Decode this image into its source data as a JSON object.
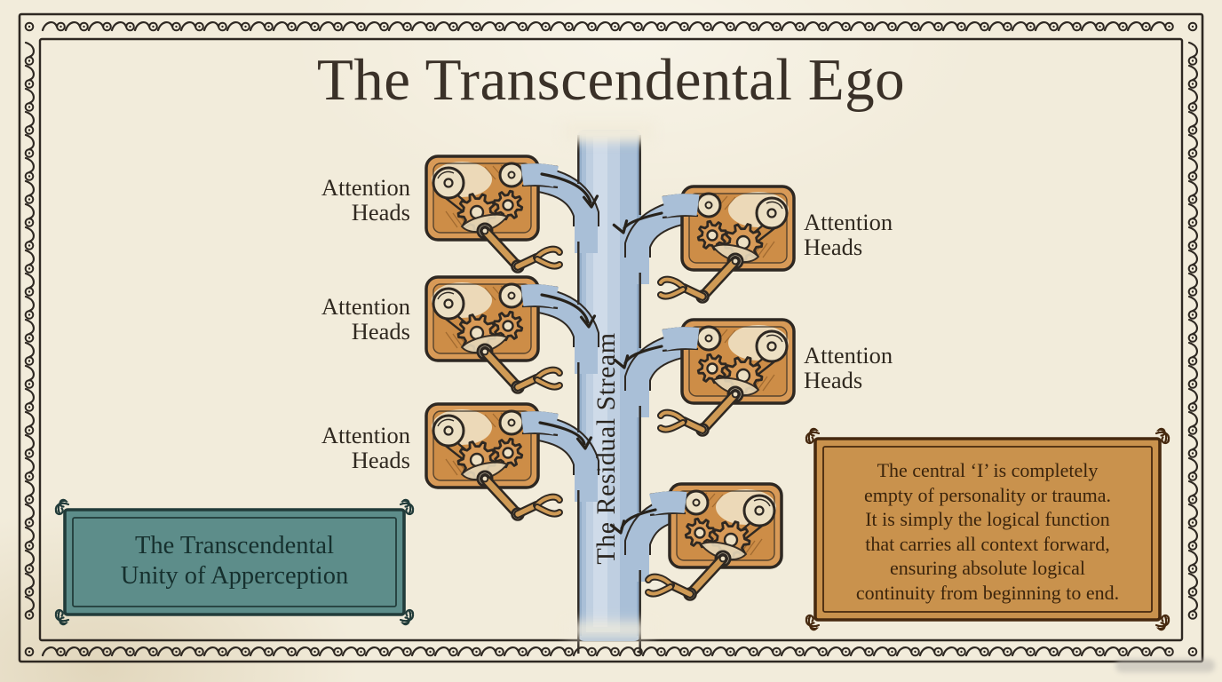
{
  "title": "The Transcendental Ego",
  "stream": {
    "label": "The Residual Stream"
  },
  "attention_labels": {
    "left": [
      "Attention Heads",
      "Attention Heads",
      "Attention Heads"
    ],
    "right": [
      "Attention Heads",
      "Attention Heads"
    ]
  },
  "plaques": {
    "apperception": {
      "line1": "The Transcendental",
      "line2": "Unity of Apperception"
    },
    "central_i": {
      "lines": [
        "The central ‘I’ is completely",
        "empty of personality or trauma.",
        "It is simply the logical function",
        "that carries all context forward,",
        "ensuring absolute logical",
        "continuity from beginning to end."
      ]
    }
  },
  "icons": {
    "attention_head_machine": "gears-pulleys-claw-machine-icon",
    "flow_arrow": "curved-down-arrow-icon",
    "border": "scroll-wave-ornament"
  },
  "colors": {
    "background": "#f2ecdb",
    "ink": "#2e2822",
    "title_text": "#3a3128",
    "stream_blue": "#a9bfd7",
    "stream_blue_light": "#bfcfe1",
    "stream_blue_lighter": "#cfdbe9",
    "stream_blue_dark": "#93adc9",
    "machine_tan": "#d89a57",
    "machine_shade": "#c07f35",
    "machine_cream": "#ece0c4",
    "arm_tan": "#cf9a55",
    "plaque_teal": "#5d8d8a",
    "plaque_teal_ink": "#223c3a",
    "plaque_orange": "#c9924d",
    "plaque_orange_ink": "#46290f"
  }
}
